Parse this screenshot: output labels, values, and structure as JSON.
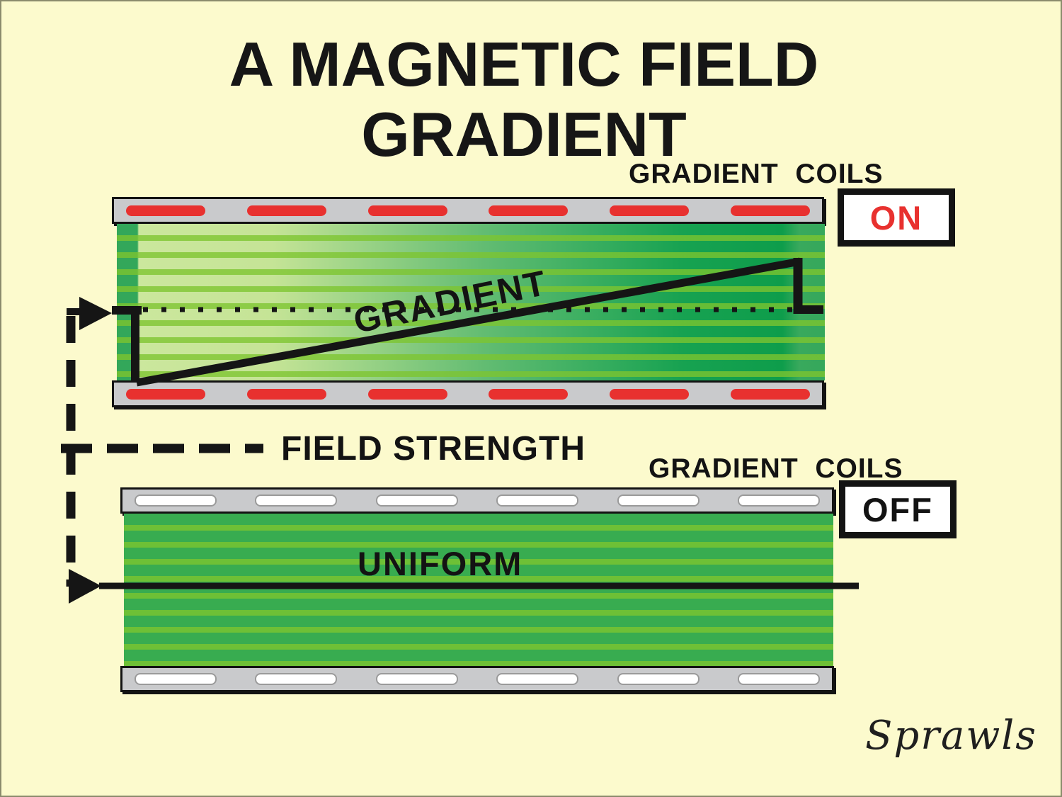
{
  "page": {
    "title_line1": "A MAGNETIC FIELD",
    "title_line2": "GRADIENT",
    "field_strength_label": "FIELD STRENGTH",
    "signature": "Sprawls",
    "background": "#FCFACD"
  },
  "gradient_magnet": {
    "coils_label": "GRADIENT  COILS",
    "switch_label": "ON",
    "field_label": "GRADIENT",
    "coil_count": 6
  },
  "uniform_magnet": {
    "coils_label": "GRADIENT  COILS",
    "switch_label": "OFF",
    "field_label": "UNIFORM",
    "coil_count": 6
  },
  "colors": {
    "accent_red": "#E8312F",
    "coil_bar_gray": "#C9CACC",
    "field_light_green": "#CBE79D",
    "field_dark_green": "#0E9D4B",
    "field_edge_green": "#33A75A",
    "uniform_green": "#38AC50",
    "stripe_green": "#7DC52F",
    "ink_black": "#151515"
  }
}
